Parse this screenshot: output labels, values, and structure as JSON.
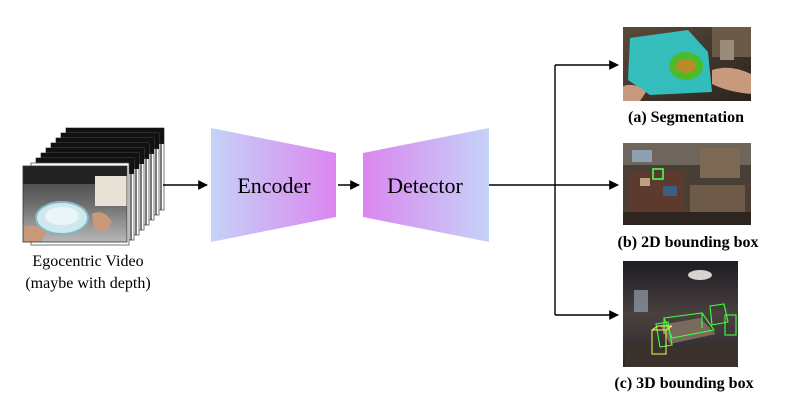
{
  "input": {
    "caption_line1": "Egocentric Video",
    "caption_line2": "(maybe with depth)"
  },
  "encoder": {
    "label": "Encoder"
  },
  "detector": {
    "label": "Detector"
  },
  "outputs": [
    {
      "label": "(a) Segmentation"
    },
    {
      "label": "(b) 2D bounding box"
    },
    {
      "label": "(c) 3D bounding box"
    }
  ],
  "colors": {
    "trapezoid_blue": "#c5d3f7",
    "trapezoid_magenta": "#db86ef",
    "segmentation_mask_cyan": "#33cccc",
    "segmentation_mask_green": "#4cbb2a",
    "bbox_2d_green": "#4cff4c",
    "bbox_3d_green": "#40ff40",
    "bbox_3d_yellow": "#e6e64c",
    "arrow": "#000000"
  }
}
